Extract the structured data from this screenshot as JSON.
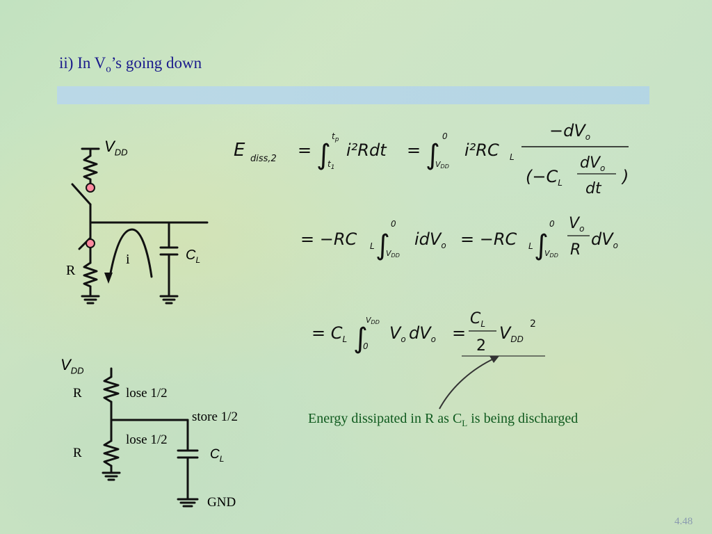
{
  "slide": {
    "title_prefix": "ii) In V",
    "title_sub": "o",
    "title_suffix": "’s going down",
    "slide_number": "4.48"
  },
  "circuit1": {
    "vdd_label": "V",
    "vdd_sub": "DD",
    "current_label": "i",
    "resistor_label": "R",
    "cap_label": "C",
    "cap_sub": "L"
  },
  "circuit2": {
    "vdd_label": "V",
    "vdd_sub": "DD",
    "r_top_label": "R",
    "r_top_note": "lose 1/2",
    "store_note": "store 1/2",
    "r_bottom_label": "R",
    "r_bottom_note": "lose 1/2",
    "cap_label": "C",
    "cap_sub": "L",
    "gnd_label": "GND"
  },
  "equations": {
    "eq1_lhs": "E",
    "eq1_lhs_sub": "diss,2",
    "eq1_int_upper": "t",
    "eq1_int_upper_sub": "p",
    "eq1_int_lower": "t",
    "eq1_int_lower_sub": "1",
    "eq1_integrand": "i²Rdt",
    "eq2_int_upper": "0",
    "eq2_int_lower": "V",
    "eq2_int_lower_sub": "DD",
    "eq2_term": "i²RC",
    "eq2_term_sub": "L",
    "eq2_num": "−dV",
    "eq2_num_sub": "o",
    "eq2_den_left": "(−C",
    "eq2_den_left_sub": "L",
    "eq2_den_inner_num": "dV",
    "eq2_den_inner_num_sub": "o",
    "eq2_den_inner_den": "dt",
    "eq2_den_right": ")",
    "line2_a": "= −RC",
    "line2_a_sub": "L",
    "line2_b": "idV",
    "line2_b_sub": "o",
    "line2_c": "= −RC",
    "line2_c_sub": "L",
    "line2_frac_num": "V",
    "line2_frac_num_sub": "o",
    "line2_frac_den": "R",
    "line2_d": "dV",
    "line2_d_sub": "o",
    "line3_a": "= C",
    "line3_a_sub": "L",
    "line3_int_upper": "V",
    "line3_int_upper_sub": "DD",
    "line3_int_lower": "0",
    "line3_b": "V",
    "line3_b_sub": "o",
    "line3_c": "dV",
    "line3_c_sub": "o",
    "line3_eq": "=",
    "line3_frac_num": "C",
    "line3_frac_num_sub": "L",
    "line3_frac_den": "2",
    "line3_d": "V",
    "line3_d_sub": "DD",
    "line3_sup": "2"
  },
  "annotation": {
    "text_prefix": "Energy dissipated in R as C",
    "text_sub": "L",
    "text_suffix": " is being discharged"
  },
  "colors": {
    "title": "#1a1a8c",
    "annotation": "#0f5a1e",
    "switch_dot": "#ff8aa0",
    "slide_number": "#8a9ab0"
  }
}
